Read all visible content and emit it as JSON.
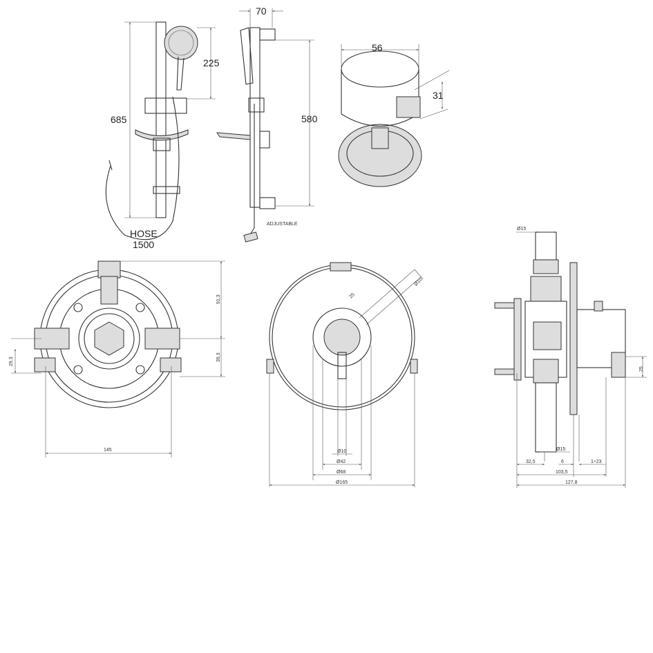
{
  "shower_kit": {
    "dim_width": "70",
    "dim_height_total": "685",
    "dim_head": "225",
    "dim_rail": "580",
    "hose_label": "HOSE",
    "hose_length": "1500",
    "adjustable_label": "ADJUSTABLE"
  },
  "wall_outlet": {
    "dim_diameter": "56",
    "dim_thread": "31"
  },
  "valve_back": {
    "dim_upper": "91,3",
    "dim_lower": "39,3",
    "dim_side": "29,3",
    "dim_width": "145"
  },
  "valve_front": {
    "dim_lever_len": "25",
    "dim_lever_dia": "Ø10",
    "dim_d10": "Ø10",
    "dim_d42": "Ø42",
    "dim_d68": "Ø68",
    "dim_d165": "Ø165"
  },
  "valve_side": {
    "dim_pipe_top": "Ø15",
    "dim_pipe_bottom": "Ø15",
    "dim_32_5": "32,5",
    "dim_6": "6",
    "dim_adjust": "1÷23",
    "dim_103_5": "103,5",
    "dim_127_8": "127,8",
    "dim_25": "25"
  }
}
